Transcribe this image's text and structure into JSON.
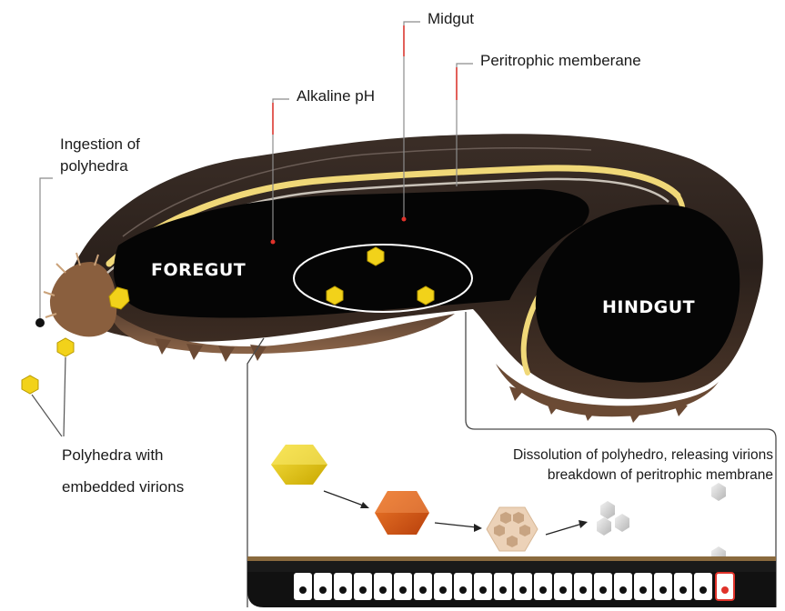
{
  "labels": {
    "midgut": "Midgut",
    "peritrophic": "Peritrophic memberane",
    "alkaline": "Alkaline pH",
    "ingestion_line1": "Ingestion of",
    "ingestion_line2": "polyhedra",
    "foregut": "FOREGUT",
    "hindgut": "HINDGUT",
    "polyhedra_line1": "Polyhedra with",
    "polyhedra_line2": "embedded virions",
    "dissolution_line1": "Dissolution of polyhedro, releasing virions",
    "dissolution_line2": "breakdown of peritrophic membrane"
  },
  "colors": {
    "leader_red": "#e0322a",
    "polyhedron_yellow": "#f2d21a",
    "dissolving_orange": "#d85a1a",
    "virion_cluster": "#ecd2b8",
    "body_dark": "#2a211c",
    "gut_black": "#050505",
    "stripe_yellow": "#f0d878"
  }
}
